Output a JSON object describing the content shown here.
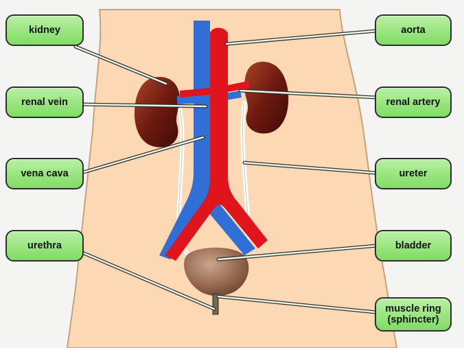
{
  "labels": {
    "kidney": "kidney",
    "renal_vein": "renal vein",
    "vena_cava": "vena cava",
    "urethra": "urethra",
    "aorta": "aorta",
    "renal_artery": "renal artery",
    "ureter": "ureter",
    "bladder": "bladder",
    "muscle_ring": "muscle ring\n(sphincter)"
  },
  "colors": {
    "background": "#f4f4f2",
    "body_skin": "#fcd9b4",
    "body_outline": "#caa07c",
    "vein": "#2f6fd6",
    "artery": "#e0141c",
    "kidney": "#6e1a10",
    "bladder": "#9a6b52",
    "ureter": "#ffffff",
    "label_fill": "#8fe170",
    "label_border": "#2d2d2d",
    "leader_line": "#eef7e6"
  }
}
